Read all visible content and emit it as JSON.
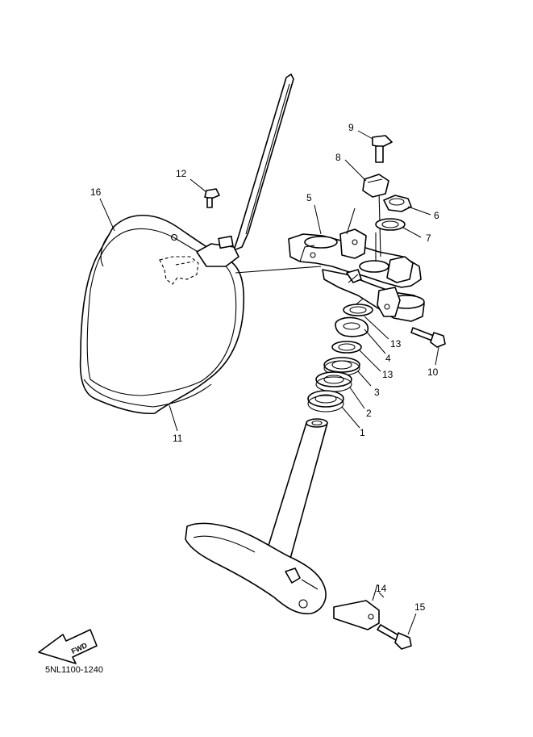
{
  "callouts": [
    "1",
    "2",
    "3",
    "4",
    "5",
    "6",
    "7",
    "8",
    "9",
    "10",
    "11",
    "12",
    "13",
    "13",
    "14",
    "15",
    "16"
  ],
  "fwd_label": "FWD",
  "diagram_code": "5NL1100-1240",
  "colors": {
    "line": "#000000",
    "background": "#ffffff"
  },
  "icons": [
    "fwd-arrow-icon"
  ]
}
